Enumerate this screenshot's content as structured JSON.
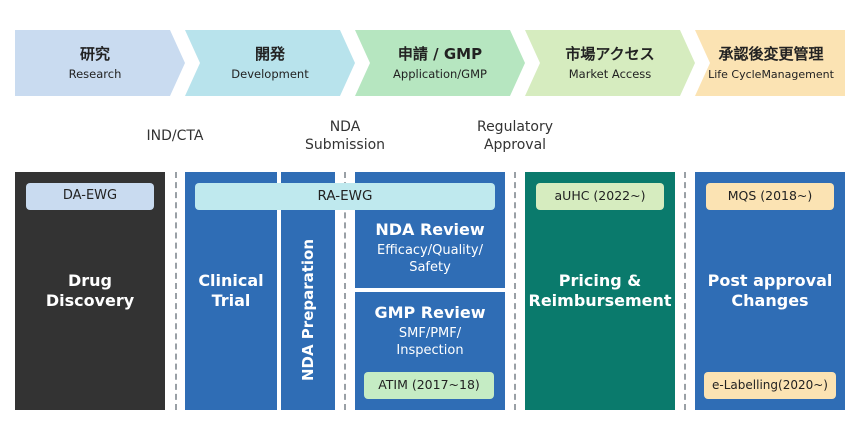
{
  "stages": [
    {
      "jp": "研究",
      "en": "Research",
      "color": "#c9dbf0"
    },
    {
      "jp": "開発",
      "en": "Development",
      "color": "#b8e3ec"
    },
    {
      "jp": "申請 / GMP",
      "en": "Application/GMP",
      "color": "#b6e6c0"
    },
    {
      "jp": "市場アクセス",
      "en": "Market Access",
      "color": "#d6ecbf"
    },
    {
      "jp": "承認後変更管理",
      "en": "Life CycleManagement",
      "color": "#fbe3b3"
    }
  ],
  "milestones": {
    "ind": "IND/CTA",
    "nda_line1": "NDA",
    "nda_line2": "Submission",
    "reg_line1": "Regulatory",
    "reg_line2": "Approval"
  },
  "panels": {
    "drug_discovery": {
      "line1": "Drug",
      "line2": "Discovery",
      "badge": "DA-EWG",
      "color": "#333333"
    },
    "clinical_trial": {
      "line1": "Clinical",
      "line2": "Trial"
    },
    "nda_preparation": "NDA Preparation",
    "ra_ewg": "RA-EWG",
    "nda_review": {
      "title": "NDA Review",
      "sub1": "Efficacy/Quality/",
      "sub2": "Safety"
    },
    "gmp_review": {
      "title": "GMP Review",
      "sub1": "SMF/PMF/",
      "sub2": "Inspection",
      "badge": "ATIM (2017~18)"
    },
    "pricing": {
      "line1": "Pricing &",
      "line2": "Reimbursement",
      "badge": "aUHC (2022~)",
      "color": "#0a7a6c"
    },
    "post_approval": {
      "line1": "Post approval",
      "line2": "Changes",
      "badge_top": "MQS (2018~)",
      "badge_bottom": "e-Labelling(2020~)"
    }
  },
  "colors": {
    "blue": "#2f6db5",
    "badge_blue": "#c9dbf0",
    "badge_cyan": "#bfe9ee",
    "badge_green": "#c5ecc4",
    "badge_lightgreen": "#d6ecbf",
    "badge_yellow": "#fbe3b3"
  }
}
